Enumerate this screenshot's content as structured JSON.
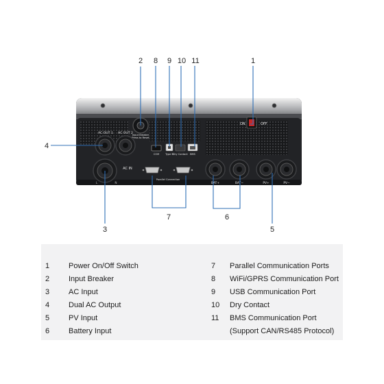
{
  "callouts": {
    "n1": "1",
    "n2": "2",
    "n3": "3",
    "n4": "4",
    "n5": "5",
    "n6": "6",
    "n7": "7",
    "n8": "8",
    "n9": "9",
    "n10": "10",
    "n11": "11"
  },
  "panel_labels": {
    "ac_out_1": "AC OUT 1",
    "ac_out_2": "AC OUT 2",
    "input_breaker": "Input Breaker",
    "press_to_reset": "Press to Reset",
    "ac_in": "AC IN",
    "on": "ON",
    "off": "OFF",
    "com": "COM",
    "type_b": "Type B",
    "dry_contact": "Dry Contact",
    "bms": "BMS",
    "parallel_connection": "Parallel Connection",
    "bat_plus": "BAT+",
    "bat_minus": "BAT−",
    "pv_plus": "PV+",
    "pv_minus": "PV−",
    "l": "L",
    "n": "N"
  },
  "legend": {
    "left": [
      {
        "num": "1",
        "label": "Power On/Off Switch"
      },
      {
        "num": "2",
        "label": "Input Breaker"
      },
      {
        "num": "3",
        "label": "AC Input"
      },
      {
        "num": "4",
        "label": "Dual AC Output"
      },
      {
        "num": "5",
        "label": "PV Input"
      },
      {
        "num": "6",
        "label": "Battery Input"
      }
    ],
    "right": [
      {
        "num": "7",
        "label": "Parallel Communication Ports"
      },
      {
        "num": "8",
        "label": "WiFi/GPRS Communication Port"
      },
      {
        "num": "9",
        "label": "USB Communication Port"
      },
      {
        "num": "10",
        "label": "Dry Contact"
      },
      {
        "num": "11",
        "label": "BMS Communication Port"
      },
      {
        "num": "",
        "label": "(Support CAN/RS485 Protocol)"
      }
    ]
  },
  "colors": {
    "leader": "#2f6fb6",
    "body": "#2a2b2e",
    "panel": "#1f2023"
  }
}
